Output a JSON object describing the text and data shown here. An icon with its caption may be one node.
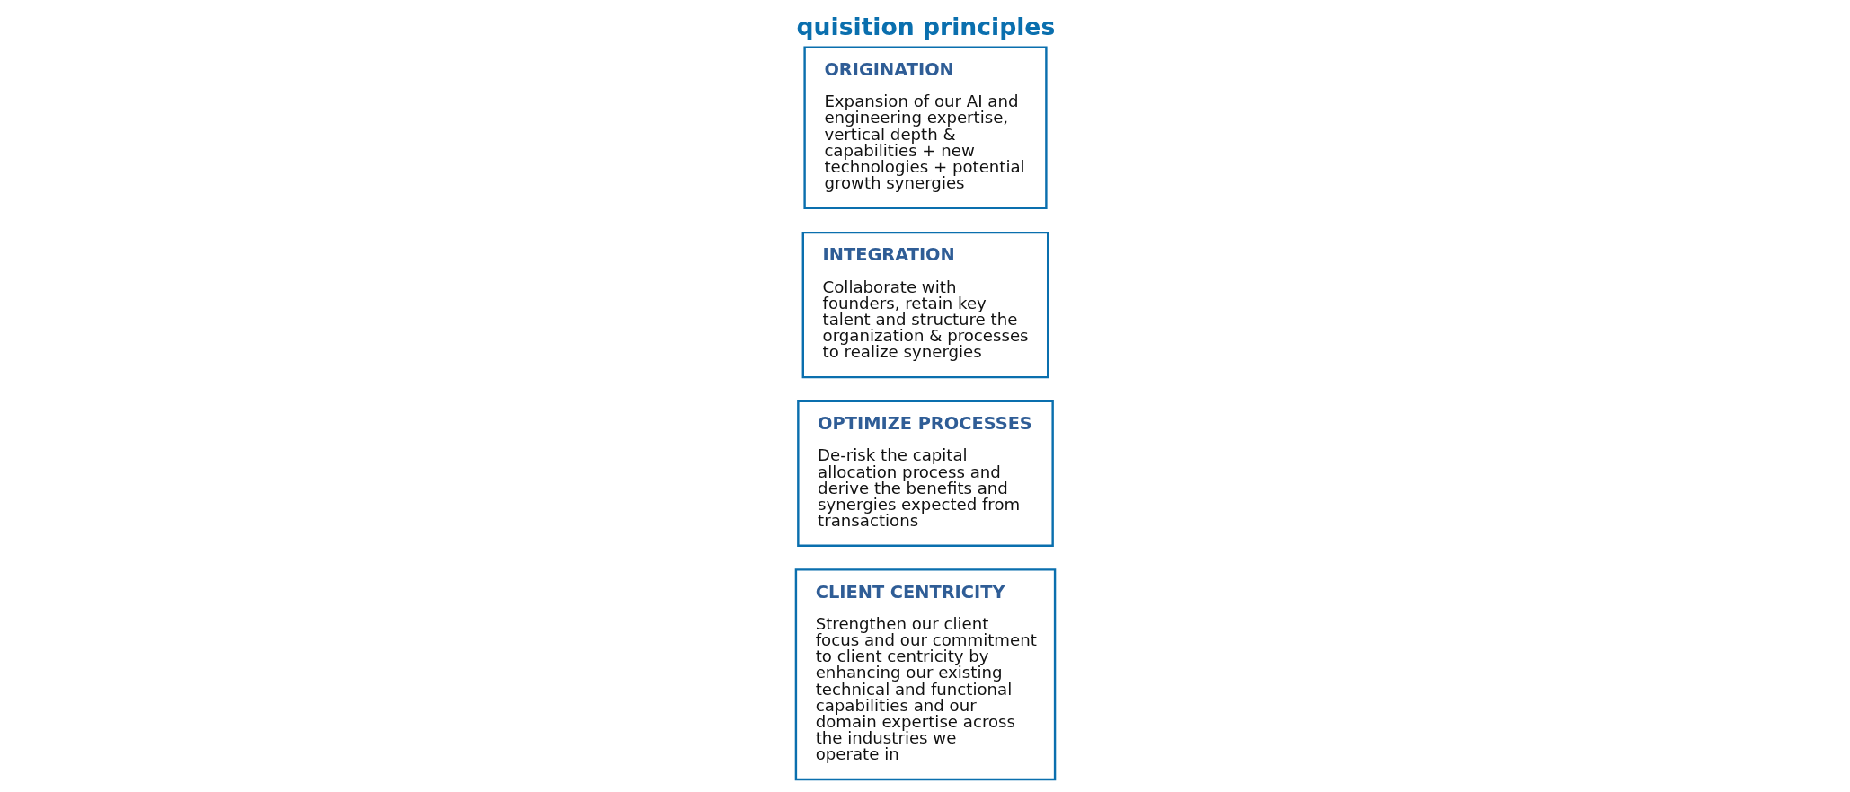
{
  "diagram": {
    "title": "quisition principles",
    "nodes": [
      {
        "text": [
          "ORIGINATION",
          "Expansion of our AI and engineering expertise, vertical depth & capabilities + new technologies + potential growth synergies"
        ]
      },
      {
        "text": [
          "INTEGRATION",
          "Collaborate with founders, retain key talent and structure the organization & processes to realize synergies"
        ]
      },
      {
        "text": [
          "OPTIMIZE PROCESSES",
          "De-risk the capital allocation process and derive the benefits and synergies expected from transactions"
        ]
      },
      {
        "text": [
          "CLIENT CENTRICITY",
          "Strengthen our client focus and our commitment to client centricity by enhancing our existing technical and functional capabilities and our domain expertise across the industries we operate in"
        ]
      }
    ],
    "edges": []
  }
}
